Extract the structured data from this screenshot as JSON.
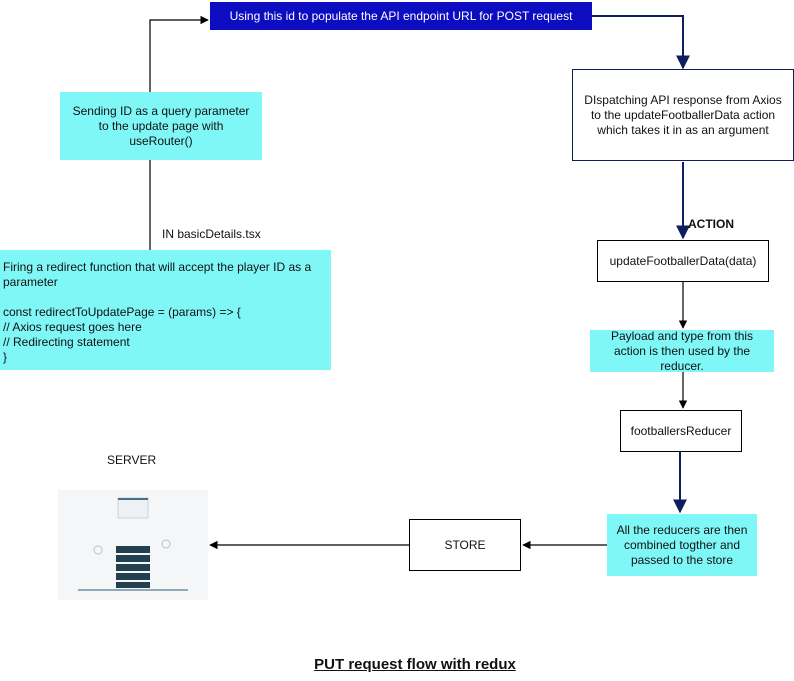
{
  "nodes": {
    "api_url": "Using this id to populate the API endpoint URL for POST request",
    "dispatch": "DIspatching API response from Axios to the updateFootballerData action which takes it in as an argument",
    "action_call": "updateFootballerData(data)",
    "payload": "Payload and type from this action is then used by the reducer.",
    "reducer": "footballersReducer",
    "combine": "All the reducers are then combined togther and passed to the store",
    "store": "STORE",
    "query_param": "Sending ID as a query parameter to the update page with useRouter()",
    "redirect_intro": "Firing a redirect function that will accept the player ID as a parameter",
    "redirect_code": "const redirectToUpdatePage = (params) => {\n        // Axios request goes here\n        // Redirecting statement\n}"
  },
  "labels": {
    "action": "ACTION",
    "file": "IN basicDetails.tsx",
    "server": "SERVER"
  },
  "title": "PUT request flow with redux",
  "colors": {
    "cyan": "#7ff7f7",
    "blue": "#0c0cc0",
    "navy": "#0f1e5c"
  }
}
